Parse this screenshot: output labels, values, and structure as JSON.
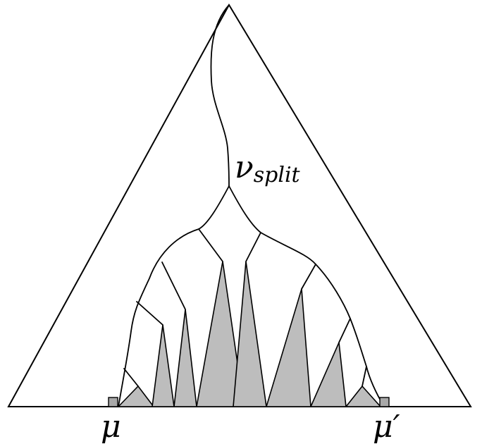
{
  "labels": {
    "split_symbol": "ν",
    "split_subscript": "split",
    "left_symbol": "μ",
    "right_symbol": "μ′"
  },
  "colors": {
    "stroke": "#000000",
    "spike_fill": "#bdbdbd",
    "marker_fill": "#a8a8a8",
    "background": "#ffffff"
  }
}
